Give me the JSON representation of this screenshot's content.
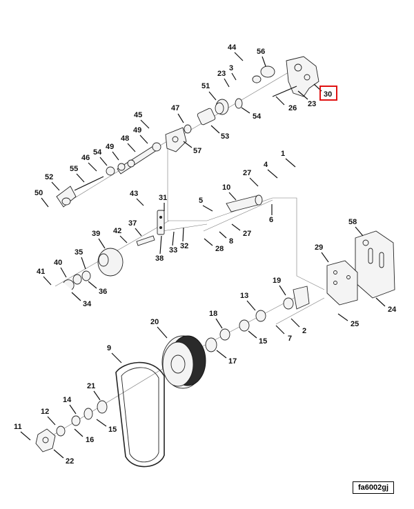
{
  "figure_id": "fa6002gj",
  "highlighted_callout": "30",
  "highlight_color": "#e01010",
  "callouts": [
    "44",
    "56",
    "3",
    "23",
    "51",
    "30",
    "26",
    "23",
    "54",
    "47",
    "45",
    "53",
    "49",
    "57",
    "48",
    "54",
    "49",
    "46",
    "55",
    "52",
    "50",
    "1",
    "4",
    "27",
    "10",
    "5",
    "6",
    "8",
    "27",
    "28",
    "43",
    "31",
    "37",
    "42",
    "39",
    "32",
    "33",
    "38",
    "35",
    "40",
    "41",
    "36",
    "34",
    "58",
    "29",
    "19",
    "24",
    "25",
    "13",
    "2",
    "7",
    "18",
    "20",
    "15",
    "17",
    "9",
    "21",
    "14",
    "12",
    "15",
    "11",
    "16",
    "22"
  ]
}
